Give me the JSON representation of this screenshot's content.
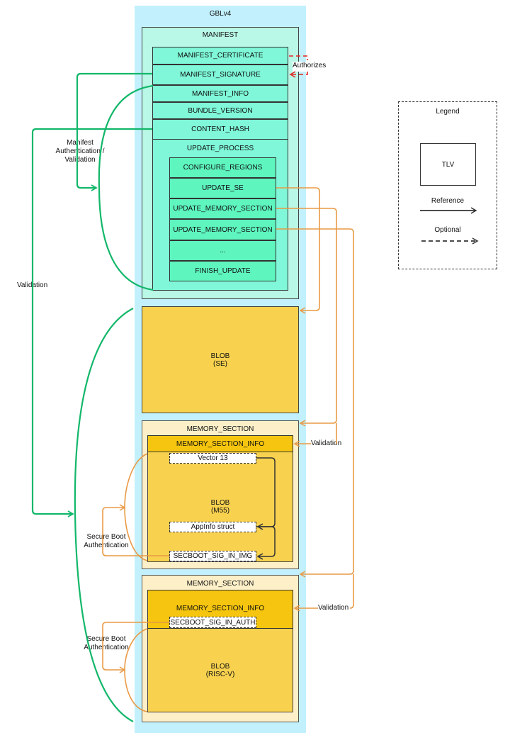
{
  "diagram": {
    "title": "GBLv4",
    "manifest": {
      "title": "MANIFEST",
      "rows": [
        "MANIFEST_CERTIFICATE",
        "MANIFEST_SIGNATURE",
        "MANIFEST_INFO",
        "BUNDLE_VERSION",
        "CONTENT_HASH"
      ],
      "update_process": {
        "title": "UPDATE_PROCESS",
        "rows": [
          "CONFIGURE_REGIONS",
          "UPDATE_SE",
          "UPDATE_MEMORY_SECTION",
          "UPDATE_MEMORY_SECTION",
          "...",
          "FINISH_UPDATE"
        ]
      }
    },
    "blob_se": {
      "line1": "BLOB",
      "line2": "(SE)"
    },
    "memory_section_1": {
      "title": "MEMORY_SECTION",
      "info": "MEMORY_SECTION_INFO",
      "blob_line1": "BLOB",
      "blob_line2": "(M55)",
      "vector": "Vector 13",
      "appinfo": "AppInfo struct",
      "sig": "SECBOOT_SIG_IN_IMG"
    },
    "memory_section_2": {
      "title": "MEMORY_SECTION",
      "info": "MEMORY_SECTION_INFO",
      "sig": "SECBOOT_SIG_IN_AUTH",
      "blob_line1": "BLOB",
      "blob_line2": "(RISC-V)"
    },
    "labels": {
      "authorizes": "Authorizes",
      "manifest_auth": "Manifest\nAuthentication /\nValidation",
      "validation_left": "Validation",
      "validation_ms1": "Validation",
      "validation_ms2": "Validation",
      "secure_boot_1": "Secure Boot\nAuthentication",
      "secure_boot_2": "Secure Boot\nAuthentication"
    },
    "legend": {
      "title": "Legend",
      "tlv": "TLV",
      "reference": "Reference",
      "optional": "Optional"
    },
    "colors": {
      "green_link": "#12b76a",
      "orange_link": "#e99a45",
      "red_link": "#e52420",
      "gbl_bg": "#c2f1fd",
      "manifest_bg": "#b9f7e6",
      "tlv_bg": "#7ff7d8",
      "update_bg": "#5ef5bf",
      "blob_bg": "#f8d24f",
      "memsec_bg": "#fdf0c8",
      "msinfo_bg": "#f6c50f"
    }
  }
}
